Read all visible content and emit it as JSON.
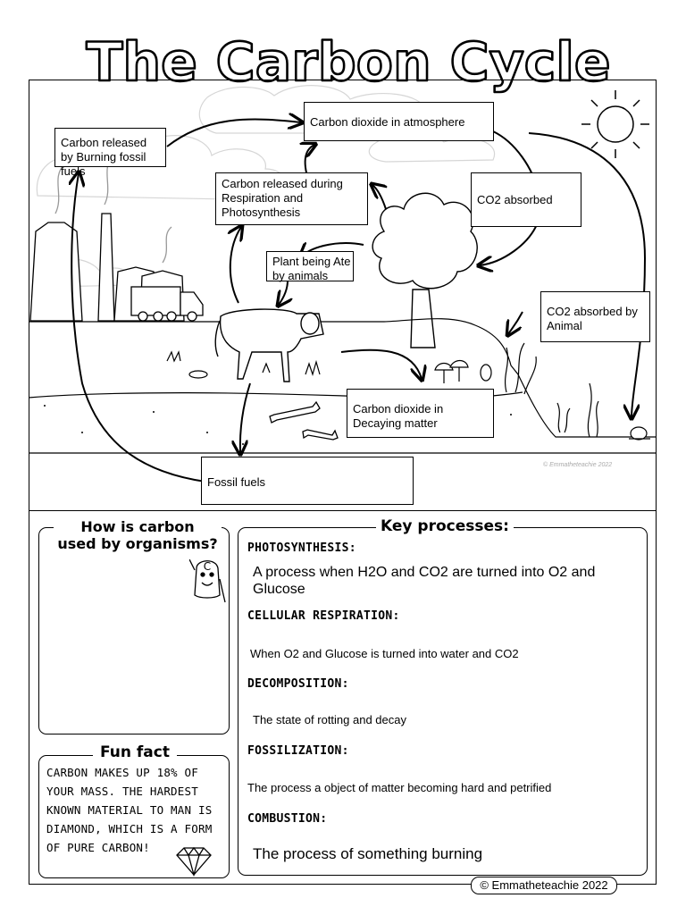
{
  "title": "The Carbon Cycle",
  "diagram": {
    "boxes": {
      "atmosphere": "Carbon dioxide in atmosphere",
      "fossil_burning": "Carbon released by Burning fossil fuels",
      "respiration": "Carbon released during Respiration and Photosynthesis",
      "co2_absorbed": "CO2 absorbed",
      "plant_eaten": "Plant being Ate by animals",
      "co2_absorbed_animal": "CO2 absorbed by Animal",
      "decaying": "Carbon dioxide in Decaying matter",
      "fossil_fuels": "Fossil fuels"
    },
    "watermark": "© Emmatheteachie 2022"
  },
  "organisms_panel": {
    "heading_line1": "How is carbon",
    "heading_line2": "used by organisms?"
  },
  "fun_fact": {
    "heading": "Fun fact",
    "text": "Carbon makes up 18% of your mass. The hardest known material to man is diamond, which is a form of pure carbon!"
  },
  "key_processes": {
    "heading": "Key processes:",
    "items": [
      {
        "name": "PHOTOSYNTHESIS:",
        "description": "A process when H2O and CO2 are turned into O2 and Glucose"
      },
      {
        "name": "CELLULAR RESPIRATION:",
        "description": "When O2 and Glucose is turned into water and CO2"
      },
      {
        "name": "DECOMPOSITION:",
        "description": "The state of rotting and decay"
      },
      {
        "name": "FOSSILIZATION:",
        "description": "The process a object of matter becoming hard and petrified"
      },
      {
        "name": "COMBUSTION:",
        "description": "The process of something burning"
      }
    ]
  },
  "copyright": "© Emmatheteachie 2022"
}
